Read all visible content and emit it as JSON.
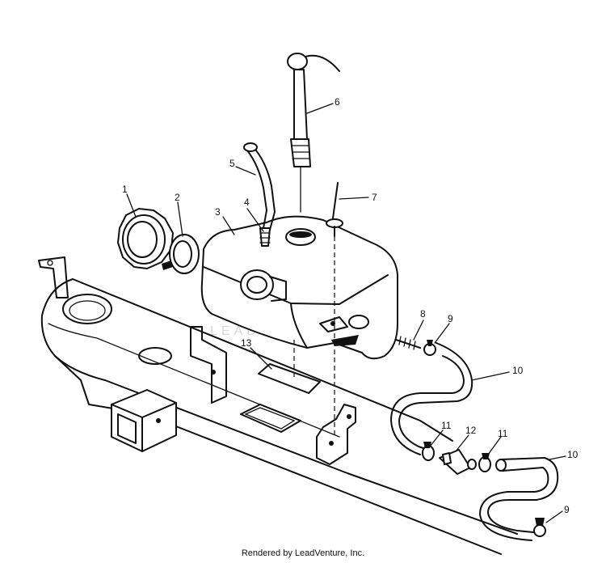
{
  "callouts": [
    {
      "id": "1",
      "text": "1"
    },
    {
      "id": "2",
      "text": "2"
    },
    {
      "id": "3",
      "text": "3"
    },
    {
      "id": "4",
      "text": "4"
    },
    {
      "id": "5",
      "text": "5"
    },
    {
      "id": "6",
      "text": "6"
    },
    {
      "id": "7",
      "text": "7"
    },
    {
      "id": "8",
      "text": "8"
    },
    {
      "id": "9a",
      "text": "9"
    },
    {
      "id": "10a",
      "text": "10"
    },
    {
      "id": "11a",
      "text": "11"
    },
    {
      "id": "12",
      "text": "12"
    },
    {
      "id": "11b",
      "text": "11"
    },
    {
      "id": "10b",
      "text": "10"
    },
    {
      "id": "9b",
      "text": "9"
    },
    {
      "id": "13",
      "text": "13"
    }
  ],
  "watermark": "LEADVENTURE",
  "footer": "Rendered by LeadVenture, Inc."
}
